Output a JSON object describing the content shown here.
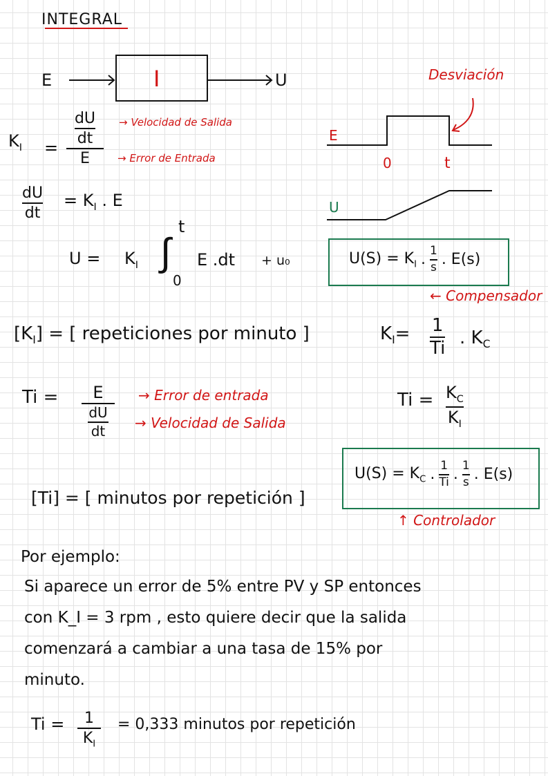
{
  "title": "INTEGRAL",
  "block": {
    "input": "E",
    "block_label": "I",
    "output": "U"
  },
  "ki_def": {
    "lhs": "K",
    "sub": "I",
    "eq": "=",
    "num_top": "dU",
    "num_bot": "dt",
    "den": "E",
    "label_top": "→ Velocidad de Salida",
    "label_bot": "→ Error de Entrada"
  },
  "deriv": {
    "num": "dU",
    "den": "dt",
    "rhs": "= K",
    "sub": "I",
    "tail": ". E"
  },
  "integral": {
    "lhs": "U =",
    "k": "K",
    "sub": "I",
    "sign": "∫",
    "upper": "t",
    "lower": "0",
    "body": "E .dt",
    "tail": "+ u₀"
  },
  "graph": {
    "annotation": "Desviación",
    "e_label": "E",
    "tick0": "0",
    "tickt": "t",
    "u_label": "U"
  },
  "box1": {
    "lhs": "U(S) = K",
    "sub": "I",
    "dot": ".",
    "num": "1",
    "den": "s",
    "tail": ". E(s)",
    "caption": "← Compensador"
  },
  "units_ki": {
    "lhs": "[K",
    "sub": "I",
    "rhs": "] = [ repeticiones por minuto ]"
  },
  "ki_kc": {
    "lhs": "K",
    "sub": "I",
    "eq": "=",
    "num": "1",
    "den": "Ti",
    "tail": ". K",
    "tail_sub": "C"
  },
  "ti_def": {
    "lhs": "Ti =",
    "num": "E",
    "den_num": "dU",
    "den_den": "dt",
    "label_top": "→ Error de entrada",
    "label_bot": "→ Velocidad de Salida"
  },
  "ti_kc": {
    "lhs": "Ti =",
    "num": "K",
    "num_sub": "C",
    "den": "K",
    "den_sub": "I"
  },
  "box2": {
    "lhs": "U(S) = K",
    "sub": "C",
    "dot1": ".",
    "n1": "1",
    "d1": "Ti",
    "dot2": ".",
    "n2": "1",
    "d2": "s",
    "tail": ". E(s)",
    "caption": "↑ Controlador"
  },
  "units_ti": {
    "text": "[Ti] = [ minutos por repetición ]"
  },
  "example": {
    "heading": "Por ejemplo:",
    "lines": [
      "Si aparece un error de 5% entre PV y SP entonces",
      "con  K_I = 3 rpm , esto quiere decir que la salida",
      "comenzará a cambiar a una tasa de 15% por",
      "minuto."
    ]
  },
  "final": {
    "lhs": "Ti =",
    "num": "1",
    "den": "K",
    "den_sub": "I",
    "rhs": "= 0,333 minutos por repetición"
  }
}
